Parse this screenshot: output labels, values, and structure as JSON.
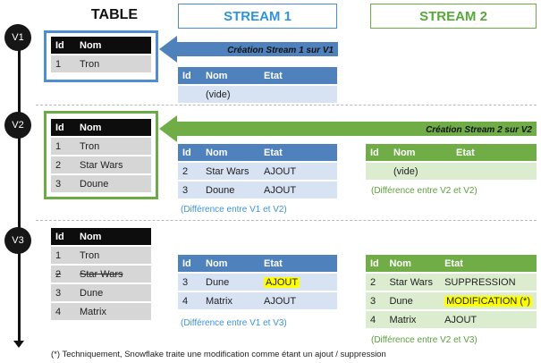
{
  "headers": {
    "table": "TABLE",
    "stream1": "STREAM 1",
    "stream2": "STREAM 2"
  },
  "versions": [
    "V1",
    "V2",
    "V3"
  ],
  "arrows": {
    "s1": "Création Stream 1 sur V1",
    "s2": "Création Stream 2 sur V2"
  },
  "cols_table": {
    "id": "Id",
    "nom": "Nom"
  },
  "cols_stream": {
    "id": "Id",
    "nom": "Nom",
    "etat": "Etat"
  },
  "v1": {
    "table": [
      {
        "id": "1",
        "nom": "Tron"
      }
    ],
    "s1": [
      {
        "id": "",
        "nom": "(vide)",
        "etat": ""
      }
    ]
  },
  "v2": {
    "table": [
      {
        "id": "1",
        "nom": "Tron"
      },
      {
        "id": "2",
        "nom": "Star Wars"
      },
      {
        "id": "3",
        "nom": "Doune"
      }
    ],
    "s1": [
      {
        "id": "2",
        "nom": "Star Wars",
        "etat": "AJOUT"
      },
      {
        "id": "3",
        "nom": "Doune",
        "etat": "AJOUT"
      }
    ],
    "s1_note": "(Différence entre V1 et V2)",
    "s2": [
      {
        "id": "",
        "nom": "(vide)",
        "etat": ""
      }
    ],
    "s2_note": "(Différence entre V2 et V2)"
  },
  "v3": {
    "table": [
      {
        "id": "1",
        "nom": "Tron"
      },
      {
        "id": "2",
        "nom": "Star Wars"
      },
      {
        "id": "3",
        "nom": "Dune"
      },
      {
        "id": "4",
        "nom": "Matrix"
      }
    ],
    "s1": [
      {
        "id": "3",
        "nom": "Dune",
        "etat": "AJOUT"
      },
      {
        "id": "4",
        "nom": "Matrix",
        "etat": "AJOUT"
      }
    ],
    "s1_note": "(Différence entre V1 et V3)",
    "s2": [
      {
        "id": "2",
        "nom": "Star Wars",
        "etat": "SUPPRESSION"
      },
      {
        "id": "3",
        "nom": "Dune",
        "etat": "MODIFICATION (*)"
      },
      {
        "id": "4",
        "nom": "Matrix",
        "etat": "AJOUT"
      }
    ],
    "s2_note": "(Différence entre V2 et V3)"
  },
  "footer": "(*) Techniquement, Snowflake traite une modification comme étant un ajout / suppression"
}
